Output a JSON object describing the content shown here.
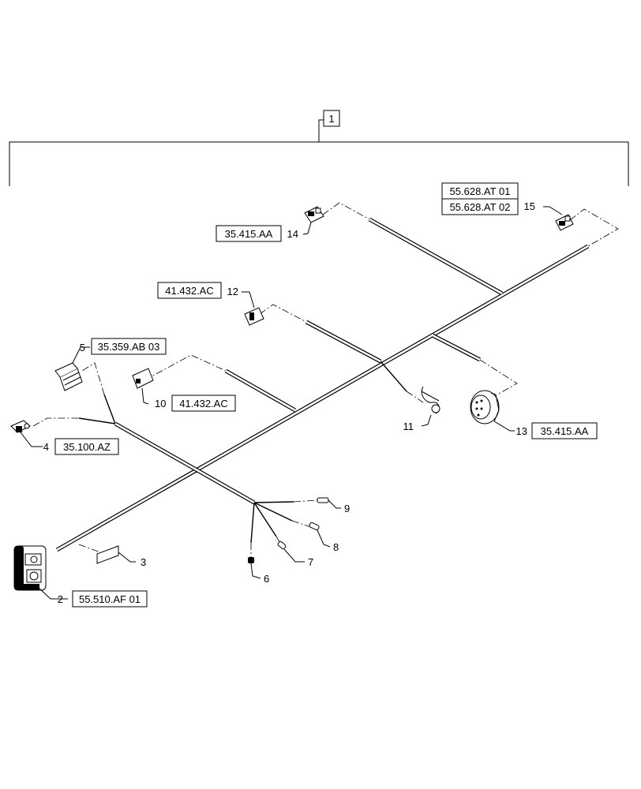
{
  "diagram": {
    "assembly_callout": "1",
    "callouts": {
      "c2": {
        "num": "2",
        "ref": "55.510.AF 01"
      },
      "c3": {
        "num": "3"
      },
      "c4": {
        "num": "4",
        "ref": "35.100.AZ"
      },
      "c5": {
        "num": "5",
        "ref": "35.359.AB 03"
      },
      "c6": {
        "num": "6"
      },
      "c7": {
        "num": "7"
      },
      "c8": {
        "num": "8"
      },
      "c9": {
        "num": "9"
      },
      "c10": {
        "num": "10",
        "ref": "41.432.AC"
      },
      "c11": {
        "num": "11"
      },
      "c12": {
        "num": "12",
        "ref": "41.432.AC"
      },
      "c13": {
        "num": "13",
        "ref": "35.415.AA"
      },
      "c14": {
        "num": "14",
        "ref": "35.415.AA"
      },
      "c15": {
        "num": "15",
        "ref_1": "55.628.AT 01",
        "ref_2": "55.628.AT 02"
      }
    }
  }
}
